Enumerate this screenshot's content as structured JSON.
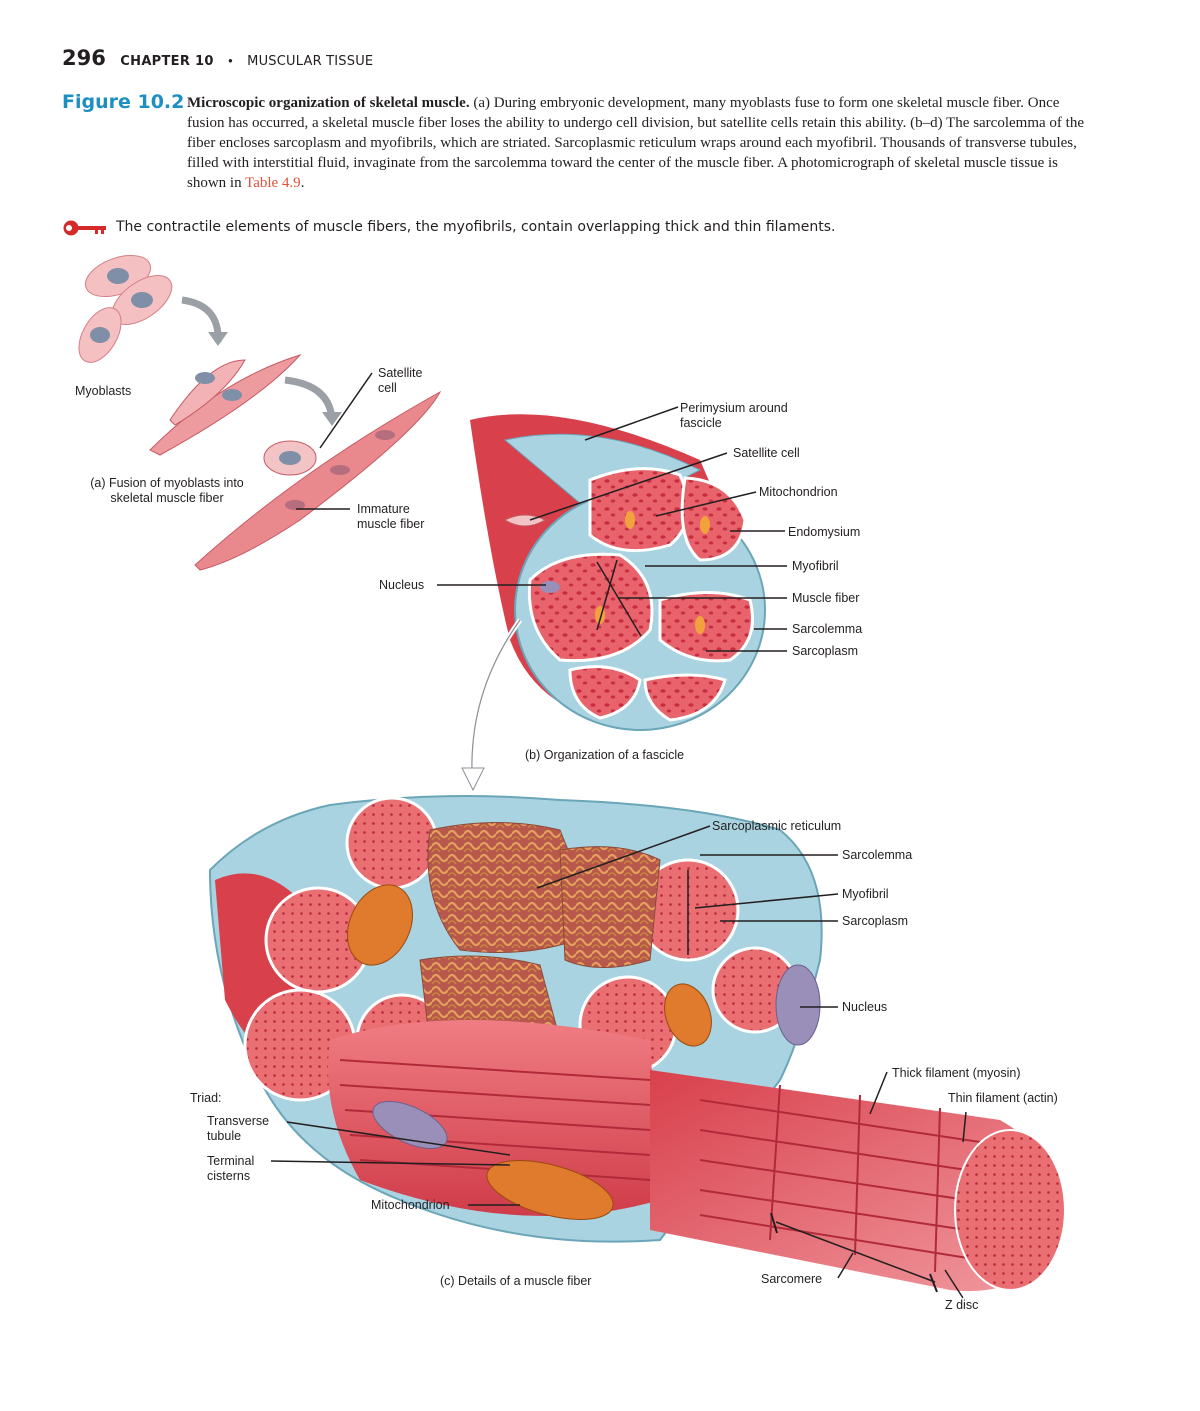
{
  "header": {
    "page_number": "296",
    "chapter": "CHAPTER 10",
    "bullet": "•",
    "section": "MUSCULAR TISSUE"
  },
  "figure": {
    "label": "Figure 10.2",
    "title": "Microscopic organization of skeletal muscle.",
    "caption_body": " (a) During embryonic development, many myoblasts fuse to form one skeletal muscle fiber. Once fusion has occurred, a skeletal muscle fiber loses the ability to undergo cell division, but satellite cells retain this ability. (b–d) The sarcolemma of the fiber encloses sarcoplasm and myofibrils, which are striated. Sarcoplasmic reticulum wraps around each myofibril. Thousands of transverse tubules, filled with interstitial fluid, invaginate from the sarcolemma toward the center of the muscle fiber. A photomicrograph of skeletal muscle tissue is shown in ",
    "caption_ref": "Table 4.9",
    "caption_end": "."
  },
  "key_concept": {
    "text": "The contractile elements of muscle fibers, the myofibrils, contain overlapping thick and thin filaments."
  },
  "panel_a": {
    "myoblasts": "Myoblasts",
    "satellite_cell": "Satellite cell",
    "immature_fiber": "Immature muscle fiber",
    "caption": "(a) Fusion of myoblasts into skeletal muscle fiber"
  },
  "panel_b": {
    "perimysium": "Perimysium around fascicle",
    "satellite_cell": "Satellite cell",
    "mitochondrion": "Mitochondrion",
    "endomysium": "Endomysium",
    "myofibril": "Myofibril",
    "muscle_fiber": "Muscle fiber",
    "sarcolemma": "Sarcolemma",
    "sarcoplasm": "Sarcoplasm",
    "nucleus": "Nucleus",
    "caption": "(b) Organization of a fascicle"
  },
  "panel_c": {
    "sarcoplasmic_reticulum": "Sarcoplasmic reticulum",
    "sarcolemma": "Sarcolemma",
    "myofibril": "Myofibril",
    "sarcoplasm": "Sarcoplasm",
    "nucleus": "Nucleus",
    "thick_filament": "Thick filament (myosin)",
    "thin_filament": "Thin filament (actin)",
    "triad": "Triad:",
    "transverse_tubule": "Transverse tubule",
    "terminal_cisterns": "Terminal cisterns",
    "mitochondrion": "Mitochondrion",
    "sarcomere": "Sarcomere",
    "z_disc": "Z disc",
    "caption": "(c) Details of a muscle fiber"
  },
  "colors": {
    "figure_label": "#1d8fc0",
    "reference_link": "#e2503a",
    "muscle_red": "#d9434f",
    "muscle_light": "#f28b8f",
    "connective_blue": "#a9d3e0",
    "mitochondria_orange": "#e07a2c",
    "nucleus_purple": "#9a8fb8"
  }
}
